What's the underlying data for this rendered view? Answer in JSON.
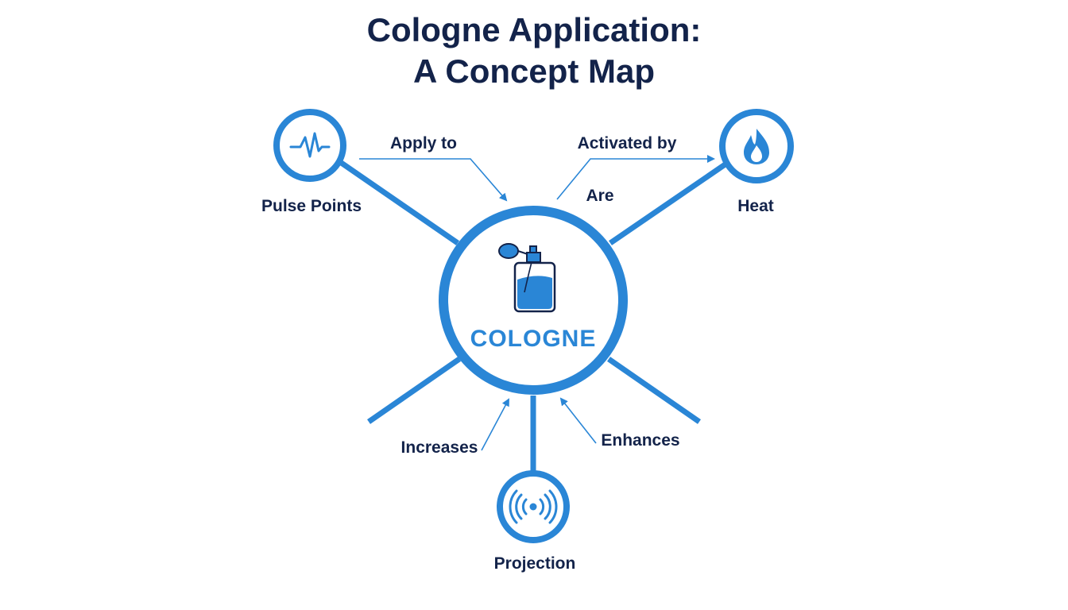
{
  "title": {
    "line1": "Cologne Application:",
    "line2": "A Concept Map"
  },
  "center": {
    "label": "COLOGNE",
    "icon": "cologne-bottle-icon"
  },
  "nodes": {
    "pulse_points": {
      "label": "Pulse Points",
      "icon": "pulse-icon"
    },
    "heat": {
      "label": "Heat",
      "icon": "flame-icon"
    },
    "projection": {
      "label": "Projection",
      "icon": "broadcast-icon"
    }
  },
  "links": {
    "apply_to": "Apply to",
    "activated_by": "Activated by",
    "are": "Are",
    "increases": "Increases",
    "enhances": "Enhances"
  },
  "colors": {
    "accent": "#2a86d6",
    "title_text": "#13234a",
    "background": "#ffffff"
  }
}
